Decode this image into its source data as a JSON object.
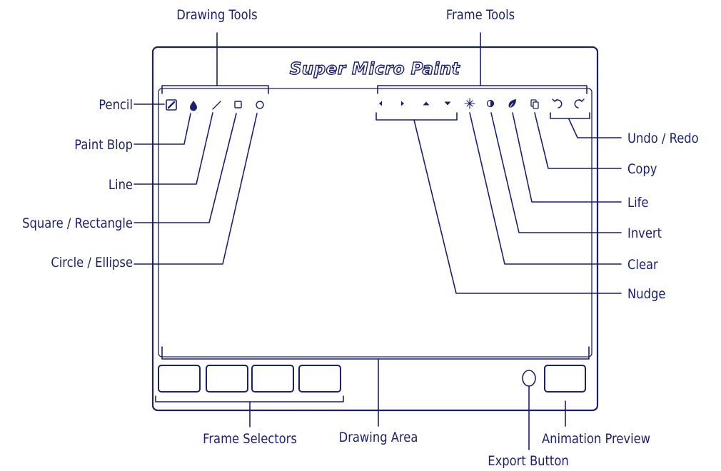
{
  "app": {
    "title": "Super Micro Paint"
  },
  "labels": {
    "drawing_tools": "Drawing Tools",
    "frame_tools": "Frame Tools",
    "pencil": "Pencil",
    "paint_blop": "Paint Blop",
    "line": "Line",
    "square_rectangle": "Square / Rectangle",
    "circle_ellipse": "Circle / Ellipse",
    "undo_redo": "Undo / Redo",
    "copy": "Copy",
    "life": "Life",
    "invert": "Invert",
    "clear": "Clear",
    "nudge": "Nudge",
    "frame_selectors": "Frame Selectors",
    "drawing_area": "Drawing Area",
    "export_button": "Export Button",
    "animation_preview": "Animation Preview"
  },
  "icons": {
    "pencil": "pencil-icon",
    "paint_blop": "drop-icon",
    "line": "line-icon",
    "square": "square-icon",
    "circle": "circle-icon",
    "nudge_left": "triangle-left-icon",
    "nudge_right": "triangle-right-icon",
    "nudge_up": "triangle-up-icon",
    "nudge_down": "triangle-down-icon",
    "clear": "sparkle-icon",
    "invert": "half-circle-icon",
    "life": "leaf-icon",
    "copy": "copy-icon",
    "undo": "undo-icon",
    "redo": "redo-icon"
  },
  "colors": {
    "ink": "#1a1f6e",
    "background": "#ffffff"
  }
}
